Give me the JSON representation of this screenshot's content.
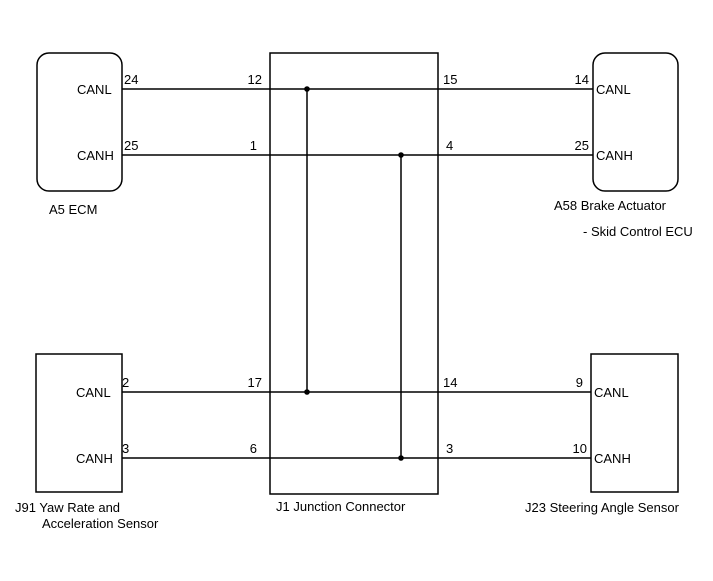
{
  "components": {
    "ecm": {
      "caption": "A5  ECM",
      "pin_canl_name": "CANL",
      "pin_canh_name": "CANH",
      "pin_canl_no": "24",
      "pin_canh_no": "25"
    },
    "brake_actuator": {
      "caption_line1": "A58  Brake Actuator",
      "caption_line2": "- Skid Control ECU",
      "pin_canl_name": "CANL",
      "pin_canh_name": "CANH",
      "pin_canl_no": "14",
      "pin_canh_no": "25"
    },
    "yaw_sensor": {
      "caption_line1": "J91  Yaw Rate and",
      "caption_line2": "Acceleration Sensor",
      "pin_canl_name": "CANL",
      "pin_canh_name": "CANH",
      "pin_canl_no": "2",
      "pin_canh_no": "3"
    },
    "steering_sensor": {
      "caption": "J23   Steering Angle Sensor",
      "pin_canl_name": "CANL",
      "pin_canh_name": "CANH",
      "pin_canl_no": "9",
      "pin_canh_no": "10"
    },
    "junction": {
      "caption": "J1  Junction Connector",
      "left_pins": [
        "12",
        "1",
        "17",
        "6"
      ],
      "right_pins": [
        "15",
        "4",
        "14",
        "3"
      ]
    }
  }
}
